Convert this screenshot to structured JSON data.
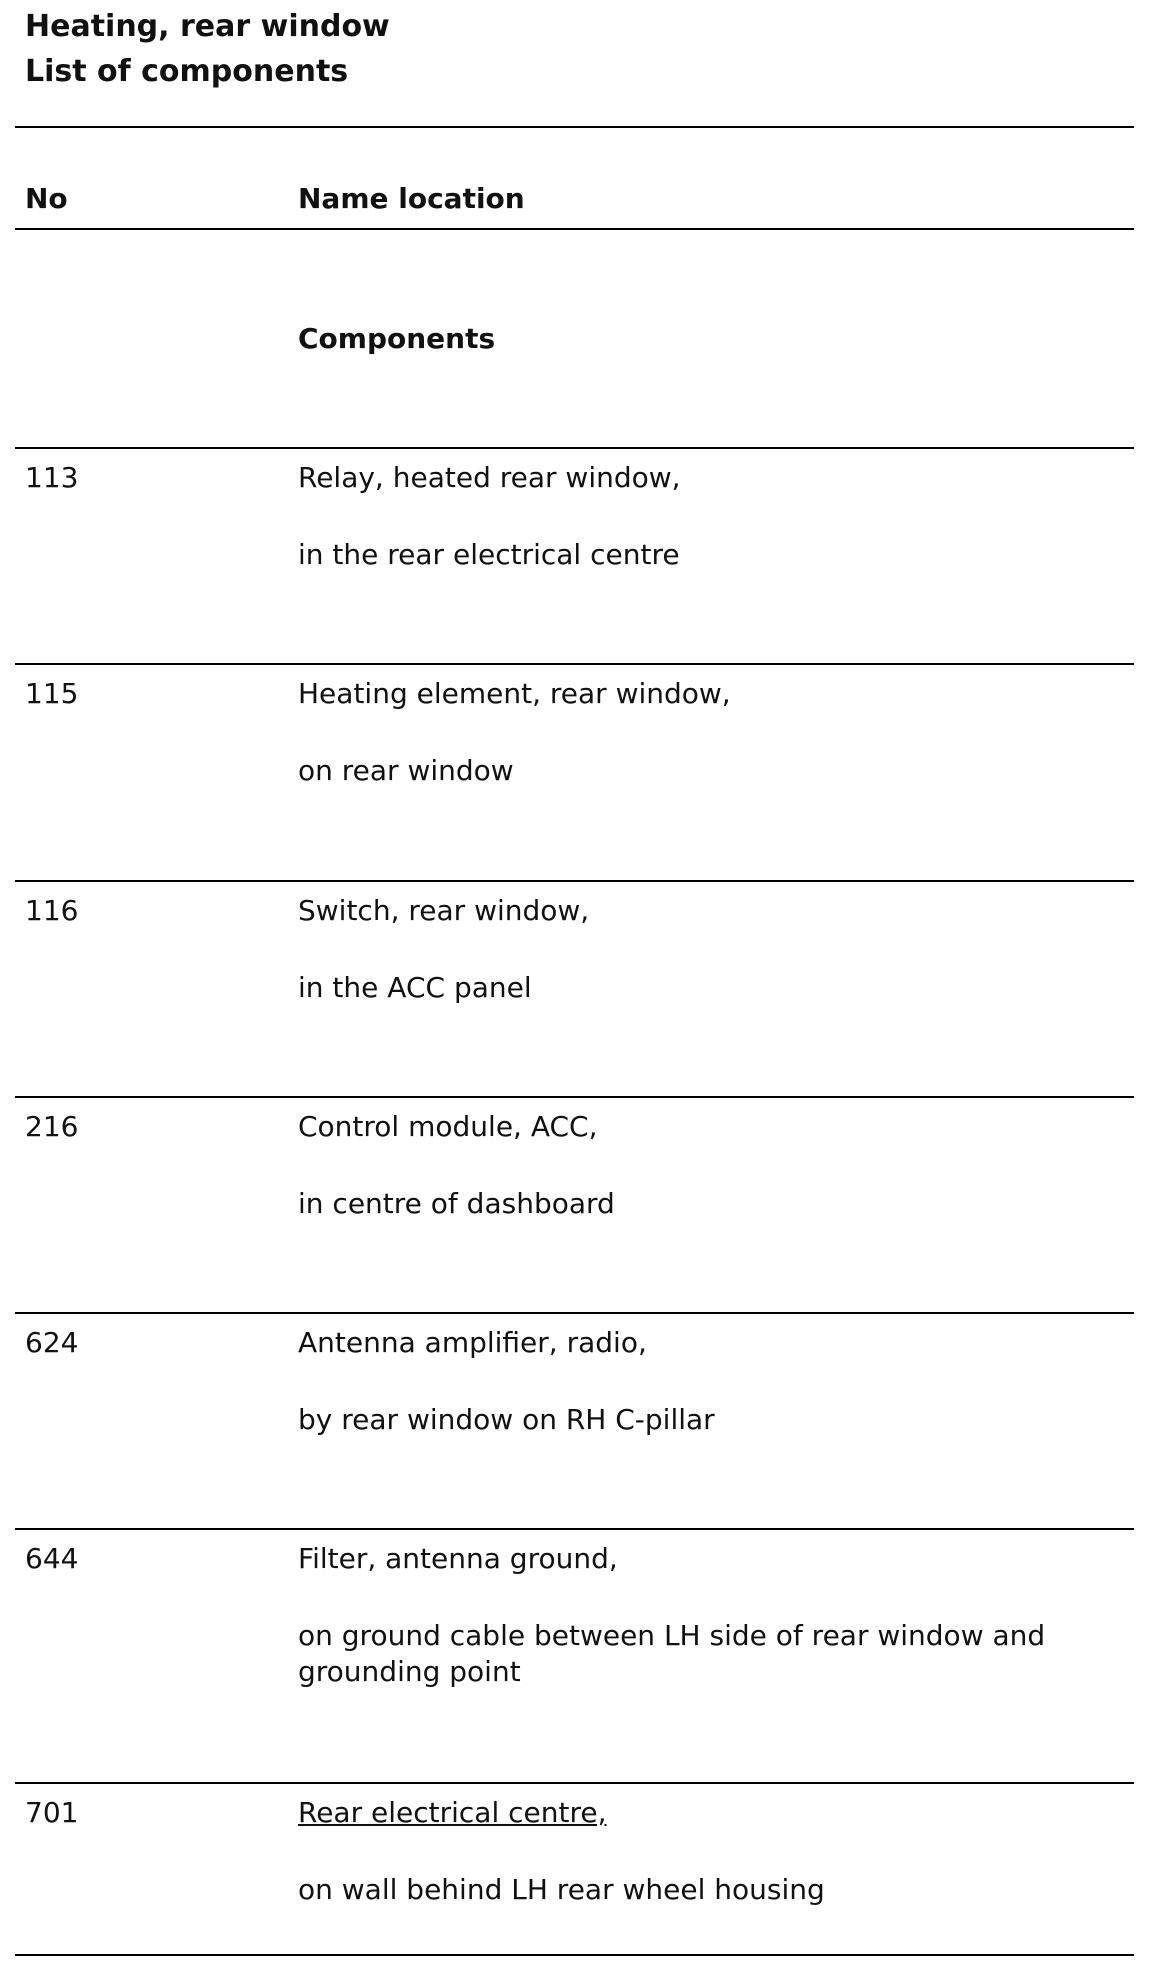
{
  "document": {
    "title": "Heating, rear window",
    "subtitle": "List of components"
  },
  "table": {
    "headers": {
      "no": "No",
      "name_location": "Name location"
    },
    "section_heading": "Components",
    "rows": [
      {
        "no": "113",
        "name": "Relay, heated rear window,",
        "location": "in the rear electrical centre",
        "name_underlined": false
      },
      {
        "no": "115",
        "name": "Heating element, rear window,",
        "location": "on rear window",
        "name_underlined": false
      },
      {
        "no": "116",
        "name": "Switch, rear window,",
        "location": "in the ACC panel",
        "name_underlined": false
      },
      {
        "no": "216",
        "name": "Control module, ACC,",
        "location": "in centre of dashboard",
        "name_underlined": false
      },
      {
        "no": "624",
        "name": "Antenna amplifier, radio,",
        "location": "by rear window on RH C-pillar",
        "name_underlined": false
      },
      {
        "no": "644",
        "name": "Filter, antenna ground,",
        "location": "on ground cable between LH side of rear window and grounding point",
        "name_underlined": false
      },
      {
        "no": "701",
        "name": "Rear electrical centre,",
        "location": "on wall behind LH rear wheel housing",
        "name_underlined": true
      }
    ]
  }
}
